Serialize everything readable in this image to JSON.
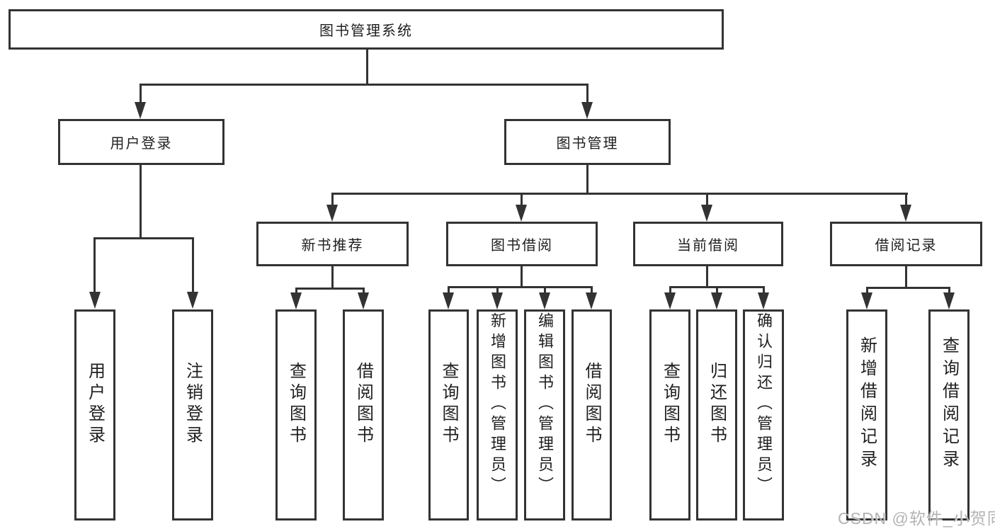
{
  "title": "图书管理系统",
  "watermark": "CSDN @软件_小贺同学",
  "colors": {
    "line": "#333333",
    "text": "#1f1f1f",
    "watermark": "#acacac",
    "background": "#ffffff"
  },
  "nodes": {
    "root": {
      "label": "图书管理系统"
    },
    "userLogin": {
      "label": "用户登录"
    },
    "bookMgmt": {
      "label": "图书管理"
    },
    "ulUserLogin": {
      "label": "用户登录"
    },
    "ulLogout": {
      "label": "注销登录"
    },
    "newBookRec": {
      "label": "新书推荐"
    },
    "bookBorrow": {
      "label": "图书借阅"
    },
    "currentBorrow": {
      "label": "当前借阅"
    },
    "borrowRecords": {
      "label": "借阅记录"
    },
    "nbQuery": {
      "label": "查询图书"
    },
    "nbBorrow": {
      "label": "借阅图书"
    },
    "bbQuery": {
      "label": "查询图书"
    },
    "bbAdd": {
      "label": "新增图书（管理员）"
    },
    "bbEdit": {
      "label": "编辑图书（管理员）"
    },
    "bbBorrow": {
      "label": "借阅图书"
    },
    "cbQuery": {
      "label": "查询图书"
    },
    "cbReturn": {
      "label": "归还图书"
    },
    "cbConfirm": {
      "label": "确认归还（管理员）"
    },
    "brAdd": {
      "label": "新增借阅记录"
    },
    "brQuery": {
      "label": "查询借阅记录"
    }
  },
  "hierarchy": {
    "图书管理系统": {
      "用户登录": [
        "用户登录",
        "注销登录"
      ],
      "图书管理": {
        "新书推荐": [
          "查询图书",
          "借阅图书"
        ],
        "图书借阅": [
          "查询图书",
          "新增图书（管理员）",
          "编辑图书（管理员）",
          "借阅图书"
        ],
        "当前借阅": [
          "查询图书",
          "归还图书",
          "确认归还（管理员）"
        ],
        "借阅记录": [
          "新增借阅记录",
          "查询借阅记录"
        ]
      }
    }
  }
}
